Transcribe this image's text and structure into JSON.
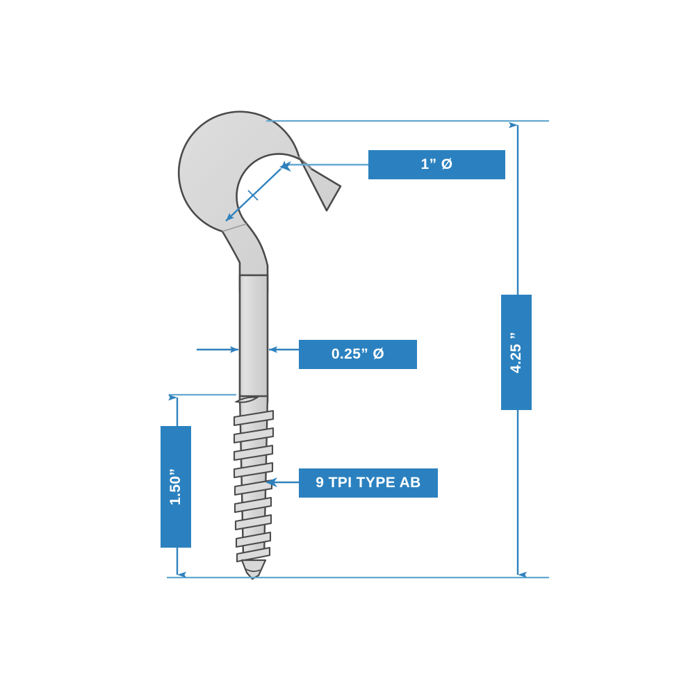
{
  "document": {
    "type": "technical-dimension-drawing",
    "subject": "screw hook",
    "background_color": "#ffffff"
  },
  "colors": {
    "accent_blue": "#2b81bf",
    "dim_line_blue": "#2f81bd",
    "extension_line_blue": "#63a8cf",
    "part_fill": "#d6d6d6",
    "part_fill_light": "#dcdcdc",
    "part_outline": "#4a4a4a",
    "label_text": "#ffffff"
  },
  "callouts": [
    {
      "id": "hook-diameter",
      "text": "1” Ø",
      "orientation": "horizontal",
      "points_to": "hook inner circle diameter"
    },
    {
      "id": "shank-diameter",
      "text": "0.25” Ø",
      "orientation": "horizontal",
      "points_to": "shank width"
    },
    {
      "id": "thread-spec",
      "text": "9 TPI TYPE AB",
      "orientation": "horizontal",
      "points_to": "threaded screw body"
    },
    {
      "id": "overall-length",
      "text": "4.25 ”",
      "orientation": "vertical",
      "points_to": "overall length dimension line, right side"
    },
    {
      "id": "thread-length",
      "text": "1.50”",
      "orientation": "vertical",
      "points_to": "threaded section length dimension line, left side"
    }
  ],
  "dimensions": {
    "hook_diameter": "1” Ø",
    "shank_diameter": "0.25” Ø",
    "thread_spec": "9 TPI TYPE AB",
    "overall_length": "4.25 ”",
    "thread_length": "1.50”"
  }
}
